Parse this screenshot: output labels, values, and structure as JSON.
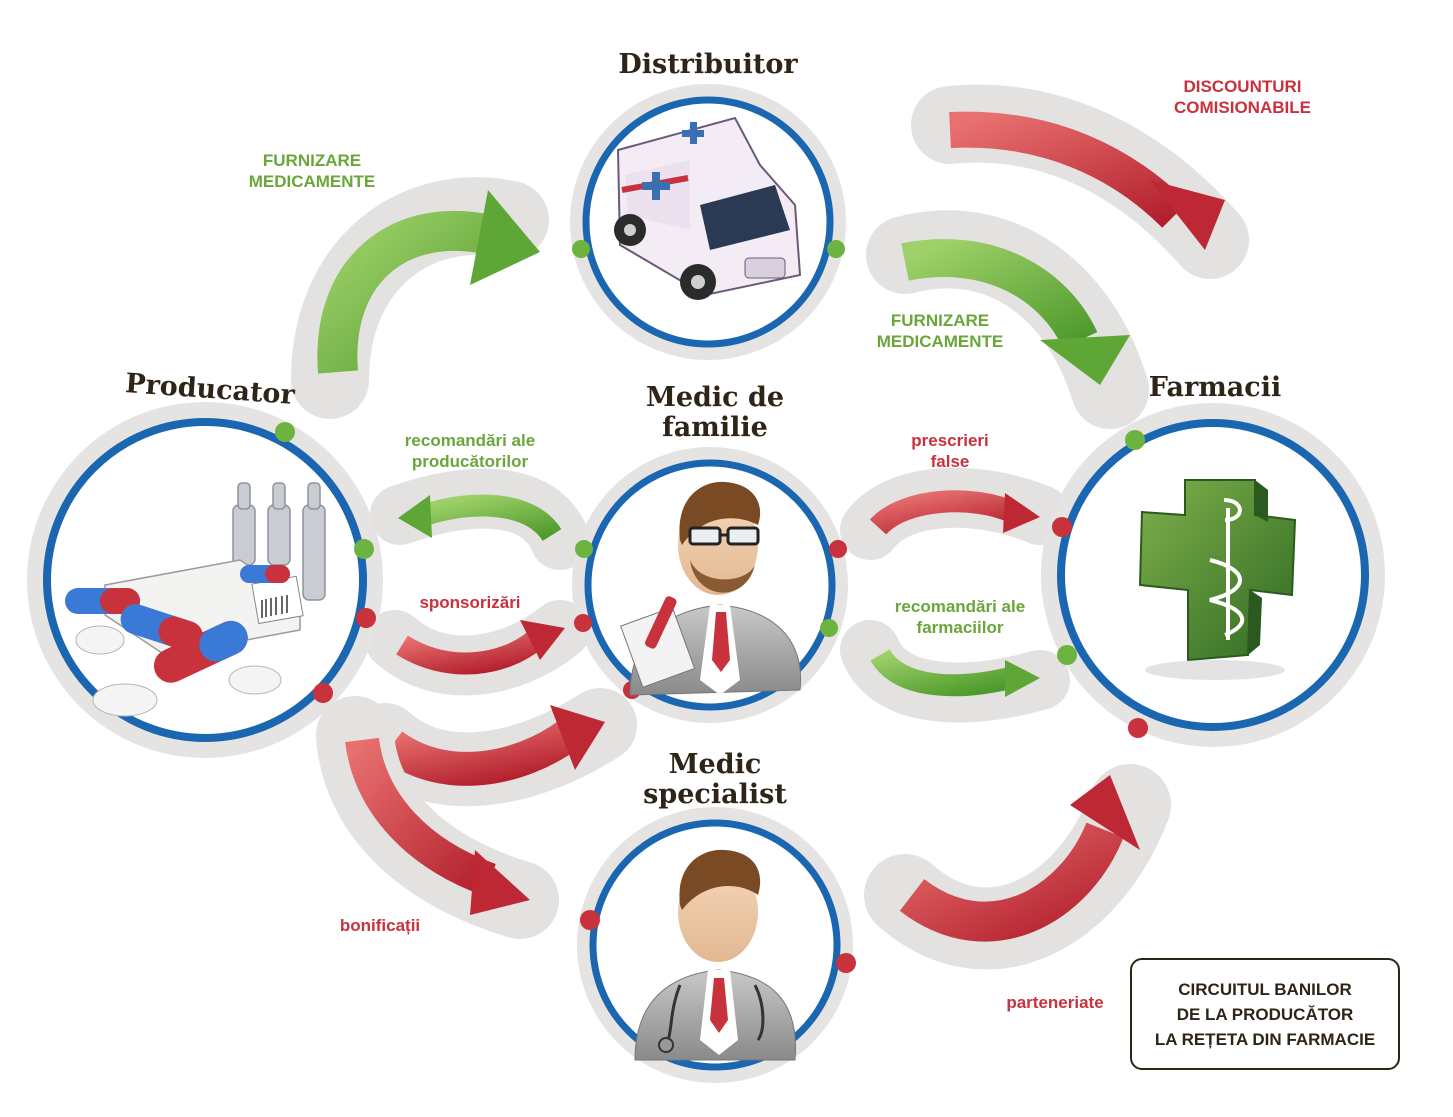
{
  "nodes": {
    "distributor": {
      "title": "Distribuitor"
    },
    "producer": {
      "title": "Producator"
    },
    "family_doctor": {
      "title_line1": "Medic de",
      "title_line2": "familie"
    },
    "pharmacies": {
      "title": "Farmacii"
    },
    "specialist": {
      "title_line1": "Medic",
      "title_line2": "specialist"
    }
  },
  "flows": {
    "supply_to_distributor": {
      "line1": "FURNIZARE",
      "line2": "MEDICAMENTE",
      "color": "green"
    },
    "commission_discounts": {
      "line1": "DISCOUNTURI",
      "line2": "COMISIONABILE",
      "color": "red"
    },
    "supply_to_pharmacies": {
      "line1": "FURNIZARE",
      "line2": "MEDICAMENTE",
      "color": "green"
    },
    "producer_recommendations": {
      "line1": "recomandări ale",
      "line2": "producătorilor",
      "color": "green"
    },
    "false_prescriptions": {
      "line1": "prescrieri",
      "line2": "false",
      "color": "red"
    },
    "sponsorships": {
      "text": "sponsorizări",
      "color": "red"
    },
    "pharmacy_recommendations": {
      "line1": "recomandări ale",
      "line2": "farmaciilor",
      "color": "green"
    },
    "bonuses": {
      "text": "bonificații",
      "color": "red"
    },
    "partnerships": {
      "text": "parteneriate",
      "color": "red"
    }
  },
  "caption": {
    "line1": "CIRCUITUL BANILOR",
    "line2": "DE LA PRODUCĂTOR",
    "line3": "LA REȚETA DIN FARMACIE"
  },
  "colors": {
    "green_arrow": "#6db33f",
    "red_arrow": "#c8323d",
    "ring_blue": "#1b66b1",
    "title_dark": "#2e2417",
    "halo_gray": "#e2e0df"
  },
  "icons": [
    "ambulance-icon",
    "medicine-pills-icon",
    "family-doctor-icon",
    "pharmacy-cross-icon",
    "specialist-doctor-icon"
  ]
}
